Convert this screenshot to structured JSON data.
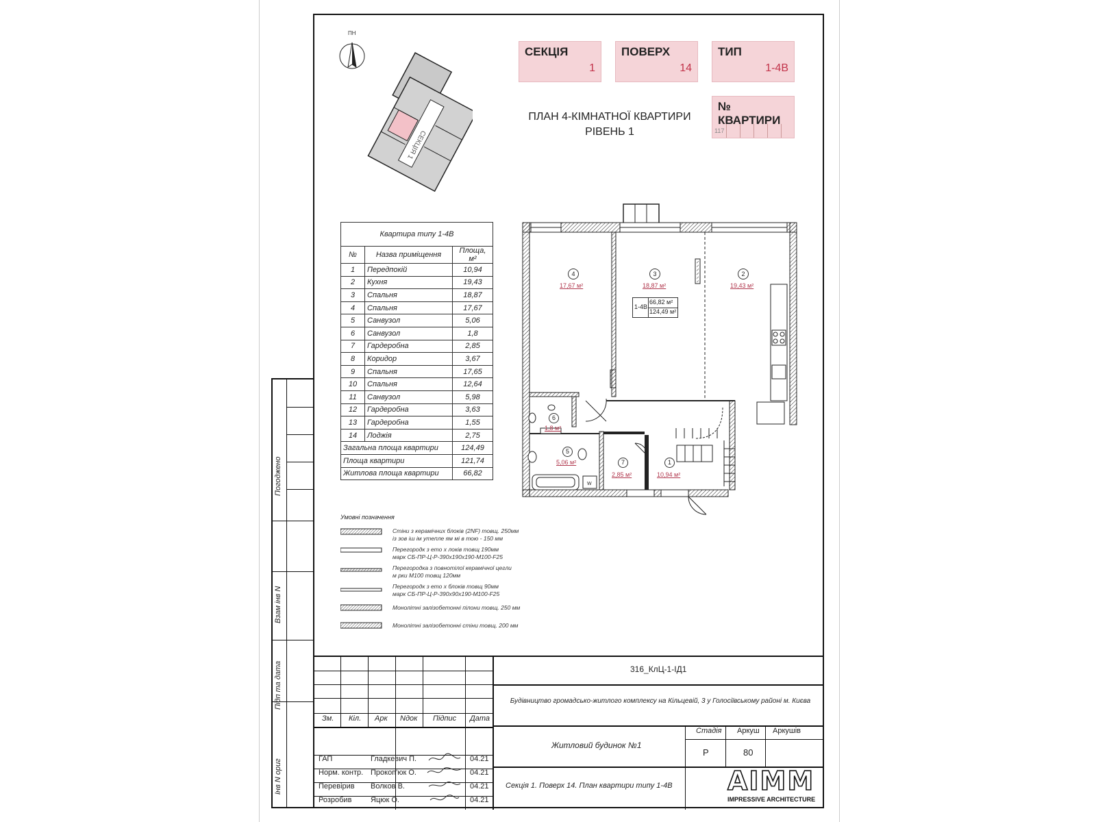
{
  "badges": {
    "section": {
      "label": "СЕКЦІЯ",
      "value": "1"
    },
    "floor": {
      "label": "ПОВЕРХ",
      "value": "14"
    },
    "type": {
      "label": "ТИП",
      "value": "1-4В"
    },
    "apartment_no": {
      "label": "№ КВАРТИРИ",
      "value": "117"
    }
  },
  "north_label": "ПН",
  "section_plan_label": "СЕКЦІЯ 1",
  "plan_title": {
    "line1": "ПЛАН 4-КІМНАТНОЇ КВАРТИРИ",
    "line2": "РІВЕНЬ 1"
  },
  "room_table": {
    "title": "Квартира типу 1-4В",
    "headers": [
      "№",
      "Назва приміщення",
      "Площа, м²"
    ],
    "rows": [
      {
        "n": "1",
        "name": "Передпокій",
        "area": "10,94"
      },
      {
        "n": "2",
        "name": "Кухня",
        "area": "19,43"
      },
      {
        "n": "3",
        "name": "Спальня",
        "area": "18,87"
      },
      {
        "n": "4",
        "name": "Спальня",
        "area": "17,67"
      },
      {
        "n": "5",
        "name": "Санвузол",
        "area": "5,06"
      },
      {
        "n": "6",
        "name": "Санвузол",
        "area": "1,8"
      },
      {
        "n": "7",
        "name": "Гардеробна",
        "area": "2,85"
      },
      {
        "n": "8",
        "name": "Коридор",
        "area": "3,67"
      },
      {
        "n": "9",
        "name": "Спальня",
        "area": "17,65"
      },
      {
        "n": "10",
        "name": "Спальня",
        "area": "12,64"
      },
      {
        "n": "11",
        "name": "Санвузол",
        "area": "5,98"
      },
      {
        "n": "12",
        "name": "Гардеробна",
        "area": "3,63"
      },
      {
        "n": "13",
        "name": "Гардеробна",
        "area": "1,55"
      },
      {
        "n": "14",
        "name": "Лоджія",
        "area": "2,75"
      }
    ],
    "totals": [
      {
        "label": "Загальна площа квартири",
        "value": "124,49"
      },
      {
        "label": "Площа квартири",
        "value": "121,74"
      },
      {
        "label": "Житлова площа квартири",
        "value": "66,82"
      }
    ]
  },
  "plan_rooms": {
    "r4": {
      "num": "4",
      "area": "17,67 м²"
    },
    "r3": {
      "num": "3",
      "area": "18,87 м²"
    },
    "r2": {
      "num": "2",
      "area": "19,43 м²"
    },
    "r6": {
      "num": "6",
      "area": "1,8 м²"
    },
    "r5": {
      "num": "5",
      "area": "5,06 м²"
    },
    "r7": {
      "num": "7",
      "area": "2,85 м²"
    },
    "r1": {
      "num": "1",
      "area": "10,94 м²"
    },
    "summary": {
      "type": "1-4В",
      "living": "66,82 м²",
      "total": "124,49 м²"
    }
  },
  "legend": {
    "title": "Умовні позначення",
    "items": [
      "Стіни з керамічних блоків (2NF) товщ. 250мм\nіз зов іш ім утепле ям мі в тою - 150 мм",
      "Перегородк з ето х локів товщ 190мм\nмарк СБ-ПР-Ц-Р-390х190х190-М100-F25",
      "Перегородка з повнотілої керамічної цегли\nм рки М100 товщ 120мм",
      "Перегородк з ето х блоків товщ 90мм\nмарк СБ-ПР-Ц-Р-390х90х190-М100-F25",
      "Монолітні залізобетонні пілони товщ. 250 мм",
      "Монолітні залізобетонні стіни товщ. 200 мм"
    ]
  },
  "sidebar": {
    "agreed": "Погоджено",
    "inv_no": "Взам інв N",
    "sign_date": "Підп та дата",
    "orig_inv": "Інв N ориг"
  },
  "stamp": {
    "code": "316_КлЦ-1-ІД1",
    "project": "Будівництво громадсько-житлого комплексу на Кільцевій, 3 у Голосіївському районі м. Києва",
    "building": "Житловий будинок №1",
    "sheet_title": "Секція 1. Поверх 14. План квартири типу 1-4В",
    "col_headers": [
      "Зм.",
      "Кіл.",
      "Арк",
      "Nдок",
      "Підпис",
      "Дата"
    ],
    "stage_headers": [
      "Стадія",
      "Аркуш",
      "Аркушів"
    ],
    "stage": "Р",
    "sheet_no": "80",
    "sheets_total": "",
    "people": [
      {
        "role": "ГАП",
        "name": "Гладкевич П.",
        "date": "04.21"
      },
      {
        "role": "Норм. контр.",
        "name": "Прокоп'юк О.",
        "date": "04.21"
      },
      {
        "role": "Перевірив",
        "name": "Волков В.",
        "date": "04.21"
      },
      {
        "role": "Розробив",
        "name": "Яцюк О.",
        "date": "04.21"
      }
    ],
    "logo": "AIMM",
    "logo_sub": "IMPRESSIVE ARCHITECTURE"
  }
}
